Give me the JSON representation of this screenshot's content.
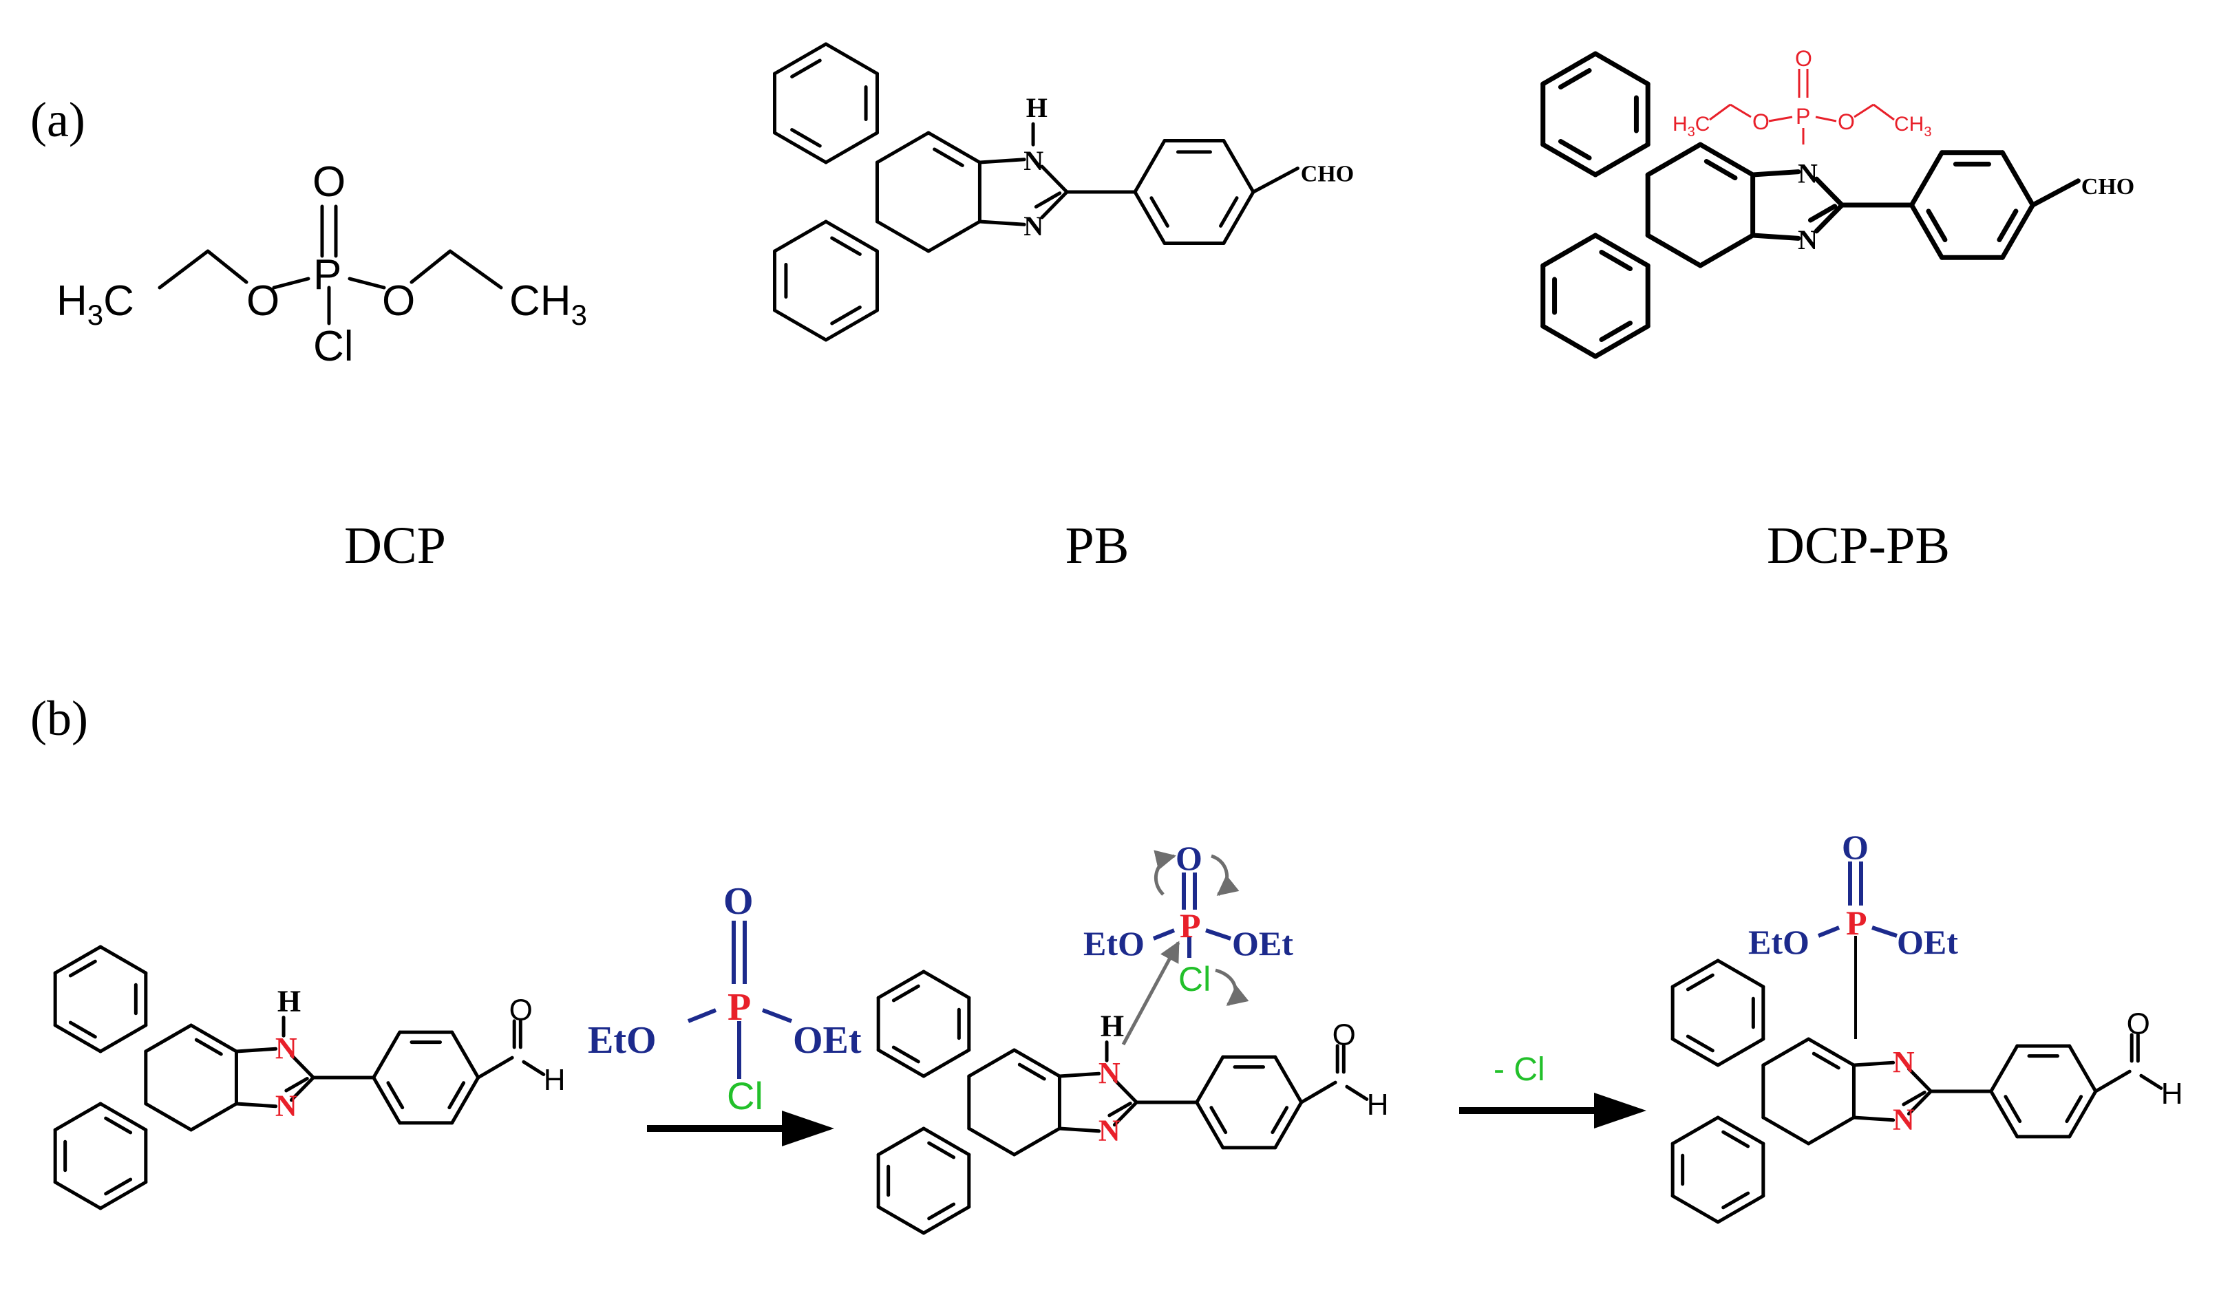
{
  "panel_a_label": "(a)",
  "panel_b_label": "(b)",
  "captions": {
    "dcp": "DCP",
    "pb": "PB",
    "dcp_pb": "DCP-PB"
  },
  "atoms": {
    "O": "O",
    "P": "P",
    "Cl": "Cl",
    "H": "H",
    "N": "N",
    "C": "C",
    "CHO": "CHO",
    "EtO": "EtO",
    "OEt": "OEt",
    "H3C": "H3C",
    "CH3": "CH3"
  },
  "step_label": "- Cl",
  "colors": {
    "black": "#000000",
    "red": "#e8202a",
    "blue": "#1c2a8c",
    "green": "#22c02a",
    "gray": "#6e6e6e"
  }
}
